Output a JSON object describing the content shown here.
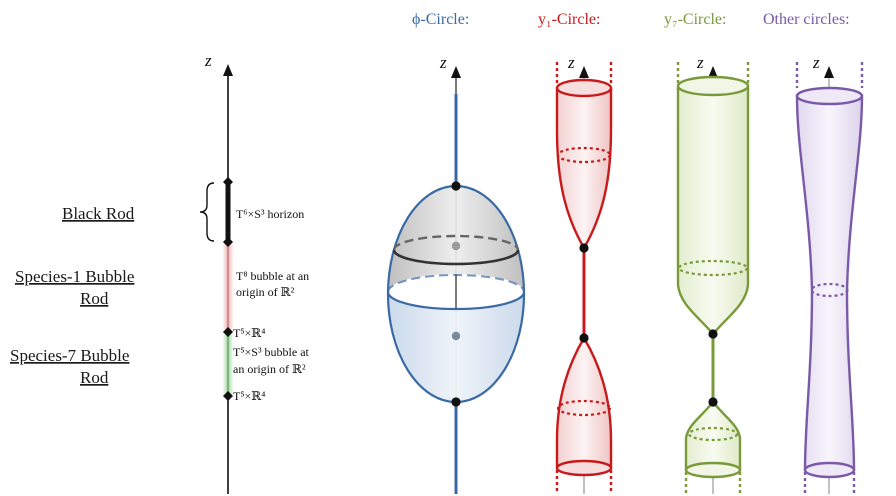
{
  "axis_label": "z",
  "rod_labels": {
    "black_rod": "Black Rod",
    "species1_line1": "Species-1 Bubble",
    "species1_line2": "Rod",
    "species7_line1": "Species-7 Bubble",
    "species7_line2": "Rod"
  },
  "annotations": {
    "horizon": "T⁶×S³  horizon",
    "t8_line1": "T⁸ bubble at an",
    "t8_line2": "origin of ℝ²",
    "t5r4_upper": "T⁵×ℝ⁴",
    "t5s3_line1": "T⁵×S³  bubble at",
    "t5s3_line2": "an origin of ℝ²",
    "t5r4_lower": "T⁵×ℝ⁴"
  },
  "headers": {
    "phi": "ϕ-Circle:",
    "y1": "y₁-Circle:",
    "y7": "y₇-Circle:",
    "other": "Other circles:"
  },
  "colors": {
    "phi": "#3a6aa6",
    "y1": "#c81a1a",
    "y7": "#7a9a3a",
    "other": "#7a5aa8",
    "black_rod": "#111111",
    "species1_glow": "#e8a0a0",
    "species7_glow": "#8fcf8f"
  }
}
